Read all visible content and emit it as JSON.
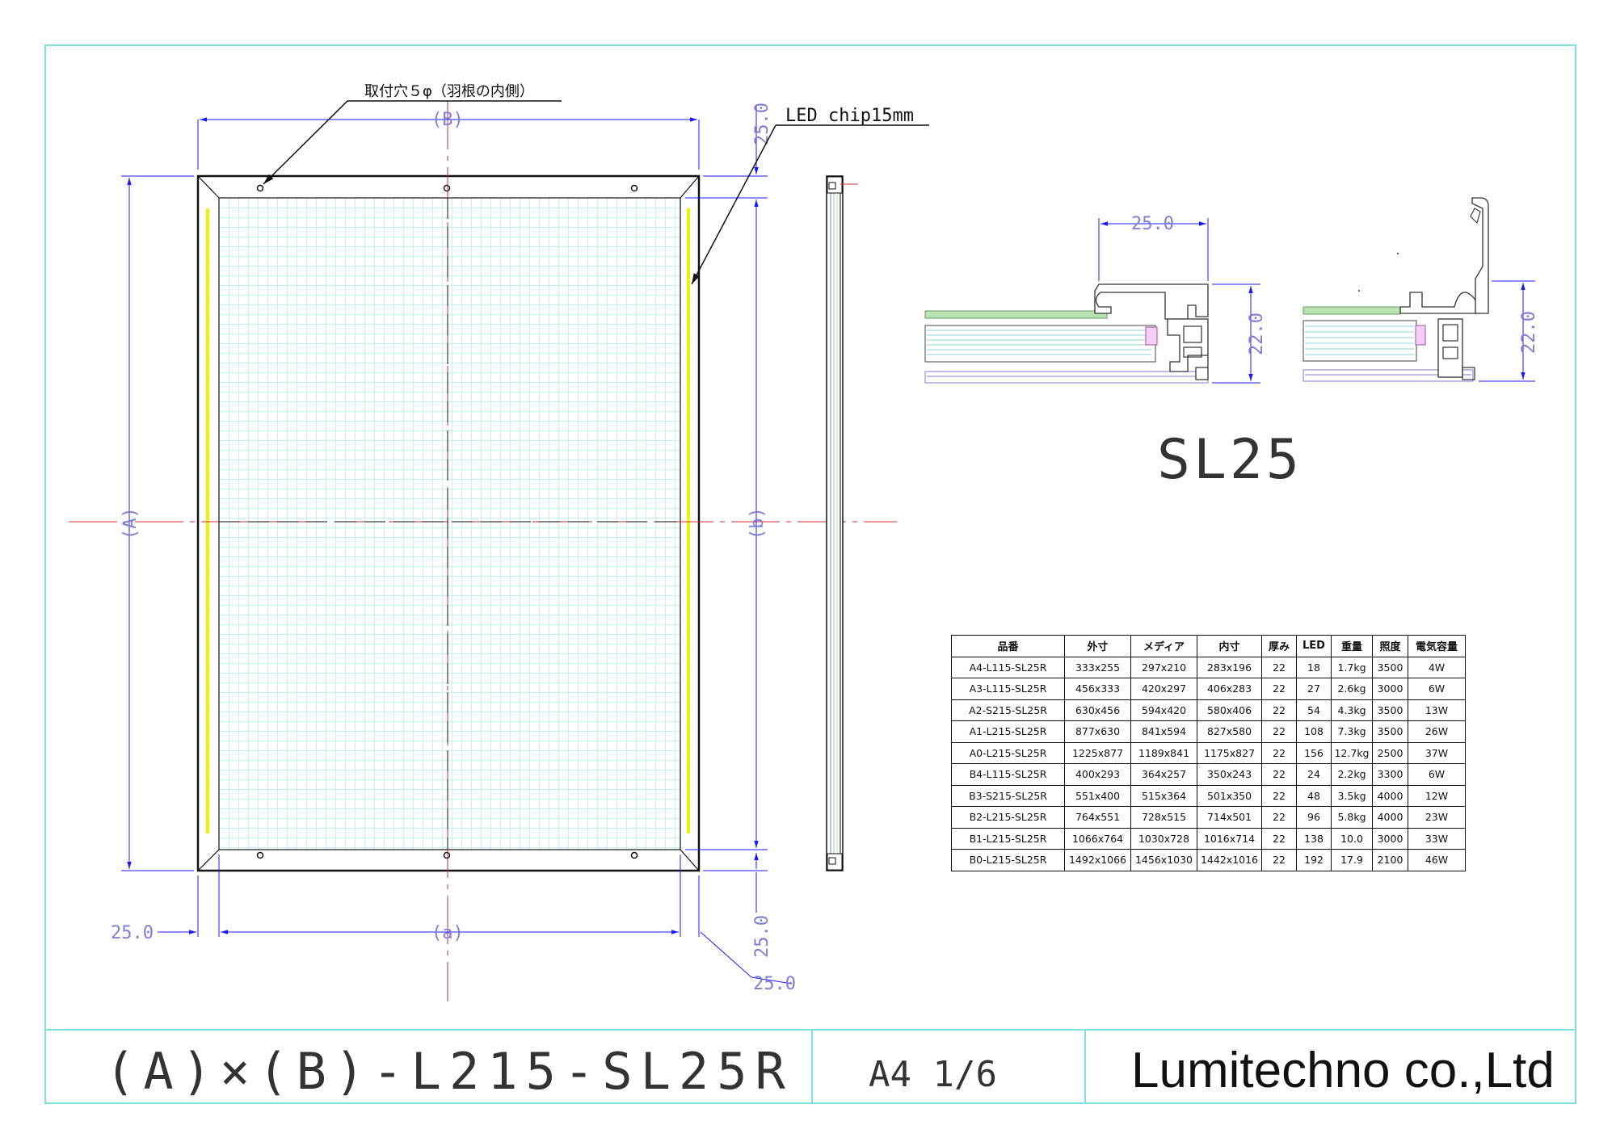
{
  "colors": {
    "border": "#7fe0e0",
    "dimension": "#7f7fd6",
    "centerline": "#d03030",
    "grid": "#8fe4ec",
    "led": "#f2f200",
    "media": "#b9e3b0",
    "acrylic": "#8fd0d8"
  },
  "annotations": {
    "mount_hole": "取付穴５φ（羽根の内側）",
    "led_chip": "LED chip15mm"
  },
  "dimensions": {
    "top_b": "(B)",
    "left_a": "(A)",
    "right_b": "(b)",
    "bottom_a": "(a)",
    "top_right_25": "25.0",
    "bottom_left_25": "25.0",
    "bottom_right_v_25": "25.0",
    "bottom_right_25": "25.0",
    "section_width_25": "25.0",
    "section_height_22a": "22.0",
    "section_height_22b": "22.0"
  },
  "section_label": "SL25",
  "table": {
    "headers": [
      "品番",
      "外寸",
      "メディア",
      "内寸",
      "厚み",
      "LED",
      "重量",
      "照度",
      "電気容量"
    ],
    "rows": [
      [
        "A4-L115-SL25R",
        "333x255",
        "297x210",
        "283x196",
        "22",
        "18",
        "1.7kg",
        "3500",
        "4W"
      ],
      [
        "A3-L115-SL25R",
        "456x333",
        "420x297",
        "406x283",
        "22",
        "27",
        "2.6kg",
        "3000",
        "6W"
      ],
      [
        "A2-S215-SL25R",
        "630x456",
        "594x420",
        "580x406",
        "22",
        "54",
        "4.3kg",
        "3500",
        "13W"
      ],
      [
        "A1-L215-SL25R",
        "877x630",
        "841x594",
        "827x580",
        "22",
        "108",
        "7.3kg",
        "3500",
        "26W"
      ],
      [
        "A0-L215-SL25R",
        "1225x877",
        "1189x841",
        "1175x827",
        "22",
        "156",
        "12.7kg",
        "2500",
        "37W"
      ],
      [
        "B4-L115-SL25R",
        "400x293",
        "364x257",
        "350x243",
        "22",
        "24",
        "2.2kg",
        "3300",
        "6W"
      ],
      [
        "B3-S215-SL25R",
        "551x400",
        "515x364",
        "501x350",
        "22",
        "48",
        "3.5kg",
        "4000",
        "12W"
      ],
      [
        "B2-L215-SL25R",
        "764x551",
        "728x515",
        "714x501",
        "22",
        "96",
        "5.8kg",
        "4000",
        "23W"
      ],
      [
        "B1-L215-SL25R",
        "1066x764",
        "1030x728",
        "1016x714",
        "22",
        "138",
        "10.0",
        "3000",
        "33W"
      ],
      [
        "B0-L215-SL25R",
        "1492x1066",
        "1456x1030",
        "1442x1016",
        "22",
        "192",
        "17.9",
        "2100",
        "46W"
      ]
    ]
  },
  "title_block": {
    "model": "(A)×(B)-L215-SL25R",
    "sheet": "A4 1/6",
    "company": "Lumitechno co.,Ltd"
  }
}
